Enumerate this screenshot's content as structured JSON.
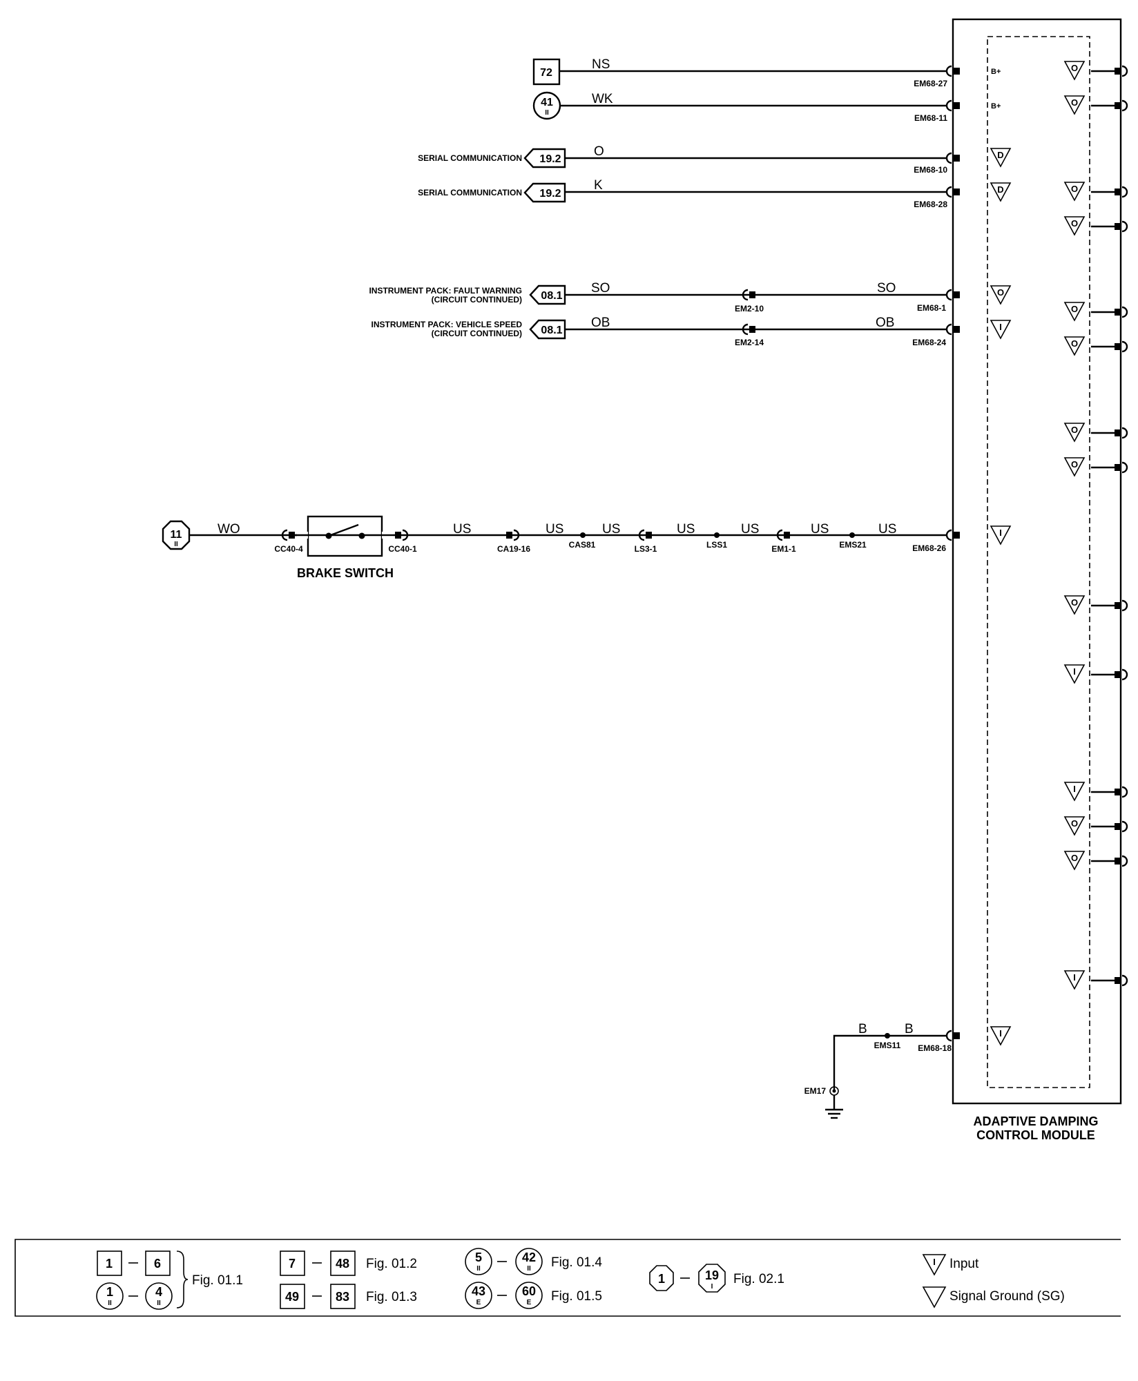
{
  "page": {
    "background": "#ffffff",
    "ink": "#000000"
  },
  "wires": [
    {
      "id": "ns",
      "colour": "NS",
      "connector": "EM68-27",
      "pin_label": "B+",
      "ref": {
        "shape": "square",
        "num": "72"
      }
    },
    {
      "id": "wk",
      "colour": "WK",
      "connector": "EM68-11",
      "pin_label": "B+",
      "ref": {
        "shape": "circle",
        "num": "41",
        "sub": "II"
      }
    },
    {
      "id": "o",
      "colour": "O",
      "connector": "EM68-10",
      "pin_symbol": "D",
      "ref": {
        "shape": "arrow",
        "num": "19.2"
      },
      "description": [
        "SERIAL COMMUNICATION"
      ]
    },
    {
      "id": "k",
      "colour": "K",
      "connector": "EM68-28",
      "pin_symbol": "D",
      "ref": {
        "shape": "arrow",
        "num": "19.2"
      },
      "description": [
        "SERIAL COMMUNICATION"
      ]
    },
    {
      "id": "so",
      "colour": "SO",
      "colour_right": "SO",
      "connector": "EM68-1",
      "inline_connector": "EM2-10",
      "pin_symbol": "O",
      "ref": {
        "shape": "arrow",
        "num": "08.1"
      },
      "description": [
        "INSTRUMENT PACK: FAULT WARNING",
        "(CIRCUIT CONTINUED)"
      ]
    },
    {
      "id": "ob",
      "colour": "OB",
      "colour_right": "OB",
      "connector": "EM68-24",
      "inline_connector": "EM2-14",
      "pin_symbol": "I",
      "ref": {
        "shape": "arrow",
        "num": "08.1"
      },
      "description": [
        "INSTRUMENT PACK: VEHICLE SPEED",
        "(CIRCUIT CONTINUED)"
      ]
    }
  ],
  "brake_circuit": {
    "ref": {
      "shape": "octagon",
      "num": "11",
      "sub": "II"
    },
    "component_label": "BRAKE SWITCH",
    "connector": "EM68-26",
    "pin_symbol": "I",
    "colours": [
      "WO",
      "US",
      "US",
      "US",
      "US",
      "US",
      "US",
      "US"
    ],
    "nodes": [
      "CC40-4",
      "CC40-1",
      "CA19-16",
      "CAS81",
      "LS3-1",
      "LSS1",
      "EM1-1",
      "EMS21"
    ]
  },
  "ground_circuit": {
    "colours": [
      "B",
      "B"
    ],
    "splice": "EMS11",
    "connector": "EM68-18",
    "ground_point": "EM17",
    "pin_symbol": "I"
  },
  "module": {
    "title": [
      "ADAPTIVE DAMPING",
      "CONTROL MODULE"
    ],
    "right_pins": [
      "O",
      "O",
      "O",
      "O",
      "O",
      "O",
      "O",
      "O",
      "O",
      "I",
      "I",
      "O",
      "O",
      "I"
    ]
  },
  "legend": {
    "groups": [
      {
        "items": [
          {
            "from": "1",
            "to": "6",
            "shape": "square"
          },
          {
            "from": "1",
            "from_sub": "II",
            "to": "4",
            "to_sub": "II",
            "shape": "circle"
          }
        ],
        "fig": "Fig. 01.1"
      },
      {
        "items": [
          {
            "from": "7",
            "to": "48",
            "shape": "square",
            "fig": "Fig. 01.2"
          },
          {
            "from": "49",
            "to": "83",
            "shape": "square",
            "fig": "Fig. 01.3"
          }
        ]
      },
      {
        "items": [
          {
            "from": "5",
            "from_sub": "II",
            "to": "42",
            "to_sub": "II",
            "shape": "circle",
            "fig": "Fig. 01.4"
          },
          {
            "from": "43",
            "from_sub": "E",
            "to": "60",
            "to_sub": "E",
            "shape": "circle",
            "fig": "Fig. 01.5"
          }
        ]
      },
      {
        "items": [
          {
            "from": "1",
            "to": "19",
            "to_sub": "I",
            "shape": "octagon",
            "fig": "Fig. 02.1"
          }
        ]
      }
    ],
    "symbols": [
      {
        "symbol": "I",
        "label": "Input"
      },
      {
        "label": "Signal Ground (SG)"
      }
    ]
  }
}
